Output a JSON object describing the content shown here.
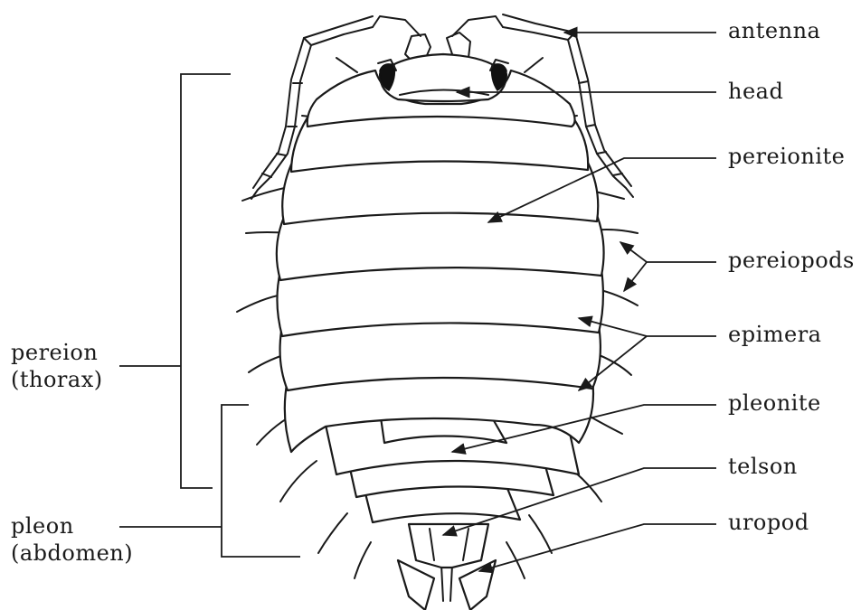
{
  "labels": {
    "antenna": "antenna",
    "head": "head",
    "pereionite": "pereionite",
    "pereiopods": "pereiopods",
    "epimera": "epimera",
    "pleonite": "pleonite",
    "telson": "telson",
    "uropod": "uropod",
    "pereion": "pereion",
    "thorax": "(thorax)",
    "pleon": "pleon",
    "abdomen": "(abdomen)"
  },
  "colors": {
    "ink": "#1a1a1a",
    "background": "#ffffff"
  }
}
